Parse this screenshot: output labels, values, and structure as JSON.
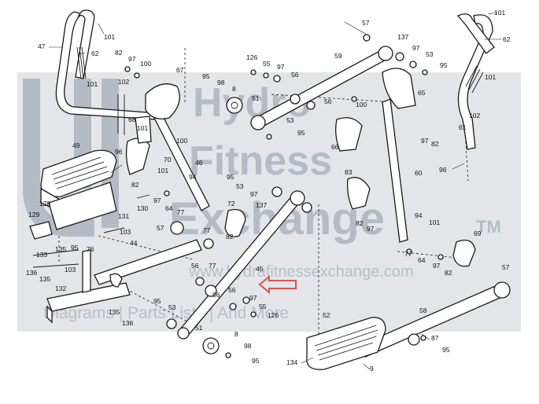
{
  "watermark": {
    "line1": "Hydro",
    "line2": "Fitness",
    "line3": "Exchange",
    "tm": "TM",
    "url": "www.hydrafitnessexchange.com",
    "tagline": "Diagrams | Parts Lists | And More"
  },
  "callouts": {
    "c47": "47",
    "c62a": "62",
    "c101a": "101",
    "c101b": "101",
    "c82a": "82",
    "c97a": "97",
    "c100a": "100",
    "c102a": "102",
    "c67": "67",
    "c95a": "95",
    "c98a": "98",
    "c8a": "8",
    "c126a": "126",
    "c55a": "55",
    "c97b": "97",
    "c56a": "56",
    "c51a": "51",
    "c53a": "53",
    "c95b": "95",
    "c57a": "57",
    "c137a": "137",
    "c97c": "97",
    "c53b": "53",
    "c95c": "95",
    "c59": "59",
    "c101c": "101",
    "c62b": "62",
    "c101d": "101",
    "c100b": "100",
    "c56b": "56",
    "c65": "65",
    "c68": "68",
    "c101e": "101",
    "c96a": "96",
    "c100c": "100",
    "c70": "70",
    "c49": "49",
    "c128": "128",
    "c129": "129",
    "c101f": "101",
    "c82b": "82",
    "c97d": "97",
    "c94a": "94",
    "c46": "46",
    "c131": "131",
    "c130": "130",
    "c64a": "64",
    "c77a": "77",
    "c77b": "77",
    "c82c": "82",
    "c95d": "95",
    "c53c": "53",
    "c97e": "97",
    "c137b": "137",
    "c72": "72",
    "c57b": "57",
    "c56c": "56",
    "c77c": "77",
    "c103a": "103",
    "c44": "44",
    "c95e": "95",
    "c76": "76",
    "c133": "133",
    "c135a": "135",
    "c103b": "103",
    "c136a": "136",
    "c135b": "135",
    "c132": "132",
    "c45": "45",
    "c56d": "56",
    "c56e": "56",
    "c97f": "97",
    "c55b": "55",
    "c126b": "126",
    "c95f": "95",
    "c53d": "53",
    "c135c": "135",
    "c136b": "136",
    "c51b": "51",
    "c8b": "8",
    "c98b": "98",
    "c95g": "95",
    "c66": "66",
    "c83": "83",
    "c60": "60",
    "c82d": "82",
    "c97g": "97",
    "c64b": "64",
    "c77d": "77",
    "c94b": "94",
    "c101g": "101",
    "c97h": "97",
    "c82e": "82",
    "c69": "69",
    "c102b": "102",
    "c61": "61",
    "c97i": "97",
    "c82f": "82",
    "c96b": "96",
    "c57c": "57",
    "c58": "58",
    "c87": "87",
    "c95h": "95",
    "c52": "52",
    "c134": "134",
    "c9": "9"
  }
}
